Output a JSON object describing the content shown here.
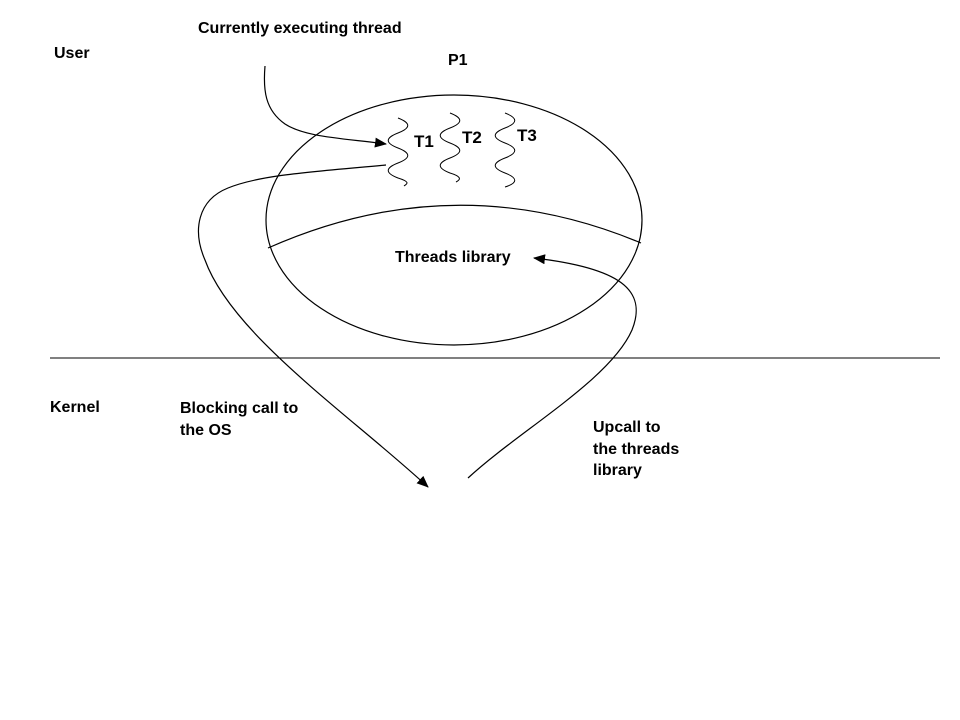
{
  "diagram": {
    "labels": {
      "user": "User",
      "kernel": "Kernel",
      "current_thread": "Currently executing thread",
      "process": "P1",
      "thread_1": "T1",
      "thread_2": "T2",
      "thread_3": "T3",
      "threads_library": "Threads library",
      "blocking_call": "Blocking call to\nthe OS",
      "upcall": "Upcall to\nthe threads\nlibrary"
    },
    "colors": {
      "stroke": "#000000",
      "background": "#ffffff"
    }
  }
}
